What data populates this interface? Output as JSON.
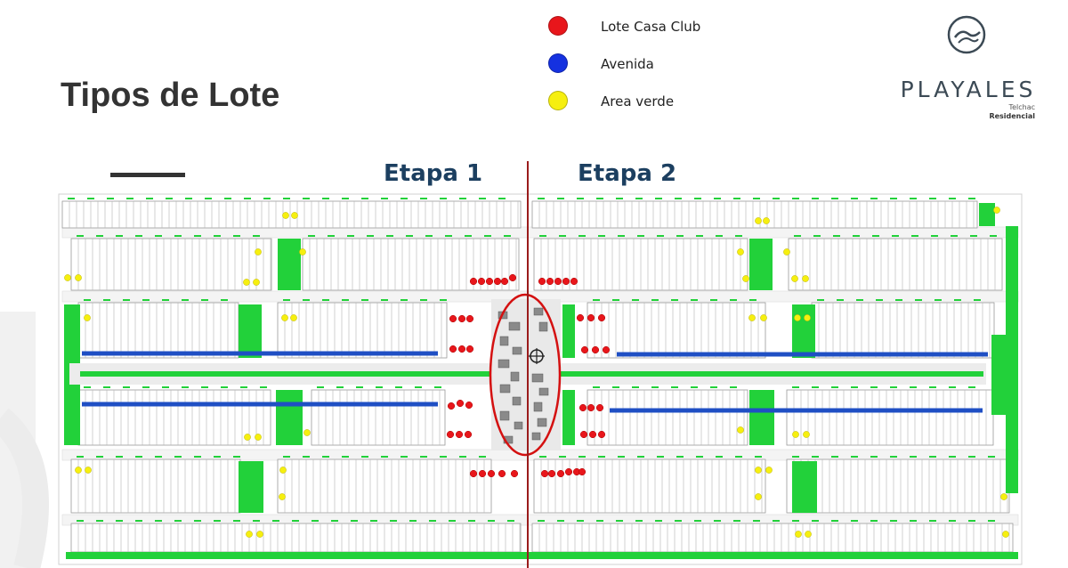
{
  "title": "Tipos de Lote",
  "legend": [
    {
      "label": "Lote Casa Club",
      "color": "#e8161b"
    },
    {
      "label": "Avenida",
      "color": "#1531e0"
    },
    {
      "label": "Area verde",
      "color": "#f6ef0f"
    }
  ],
  "logo": {
    "name": "PLAYALES",
    "sub1": "Telchac",
    "sub2": "Residencial"
  },
  "stages": {
    "stage1": "Etapa 1",
    "stage2": "Etapa 2"
  },
  "colors": {
    "green_area": "#22d13a",
    "lot_line": "#9a9a9a",
    "road": "#f4f4f4",
    "avenue": "#1f4fc4",
    "divider": "#9b1c1c",
    "clubhouse_outline": "#d41111"
  }
}
